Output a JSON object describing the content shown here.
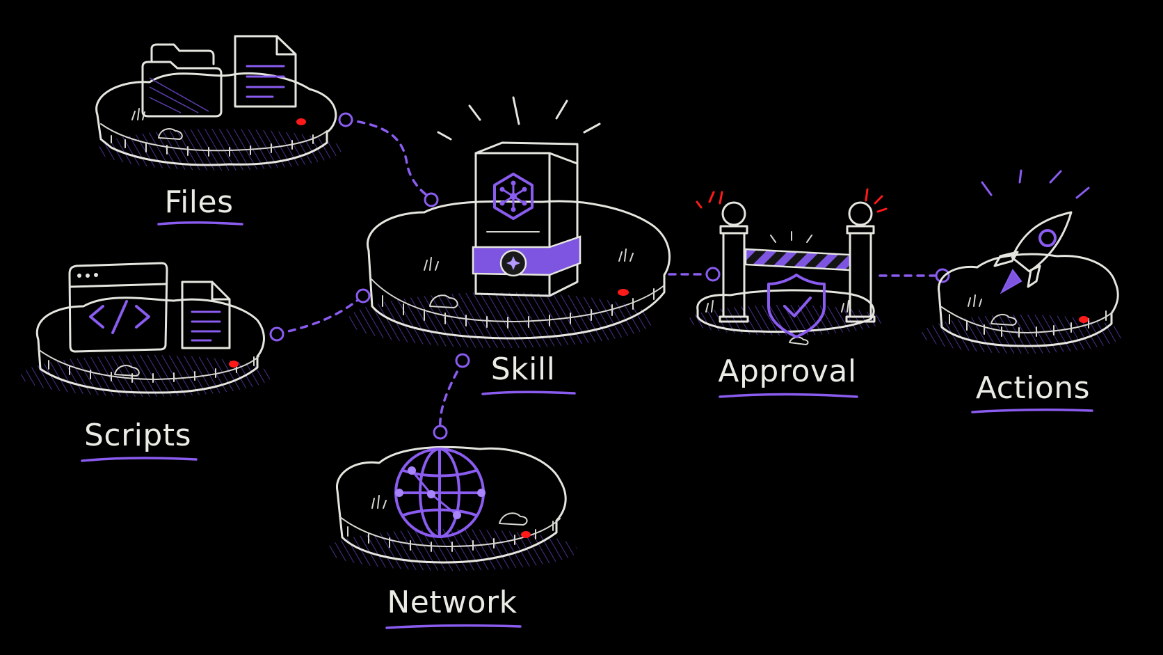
{
  "nodes": {
    "files": {
      "label": "Files"
    },
    "scripts": {
      "label": "Scripts"
    },
    "skill": {
      "label": "Skill"
    },
    "network": {
      "label": "Network"
    },
    "approval": {
      "label": "Approval"
    },
    "actions": {
      "label": "Actions"
    }
  },
  "icons": {
    "files": [
      "folder-icon",
      "document-icon"
    ],
    "scripts": [
      "code-window-icon",
      "document-icon"
    ],
    "skill": [
      "skill-box-icon",
      "hexagon-network-icon"
    ],
    "network": [
      "globe-icon"
    ],
    "approval": [
      "gate-barrier-icon",
      "shield-check-icon"
    ],
    "actions": [
      "rocket-icon"
    ]
  },
  "edges": [
    [
      "files",
      "skill"
    ],
    [
      "scripts",
      "skill"
    ],
    [
      "skill",
      "network"
    ],
    [
      "skill",
      "approval"
    ],
    [
      "approval",
      "actions"
    ]
  ],
  "colors": {
    "background": "#000000",
    "accent": "#8a5cf0",
    "chalk": "#e6e6e0",
    "marker": "#ff1a1a"
  }
}
